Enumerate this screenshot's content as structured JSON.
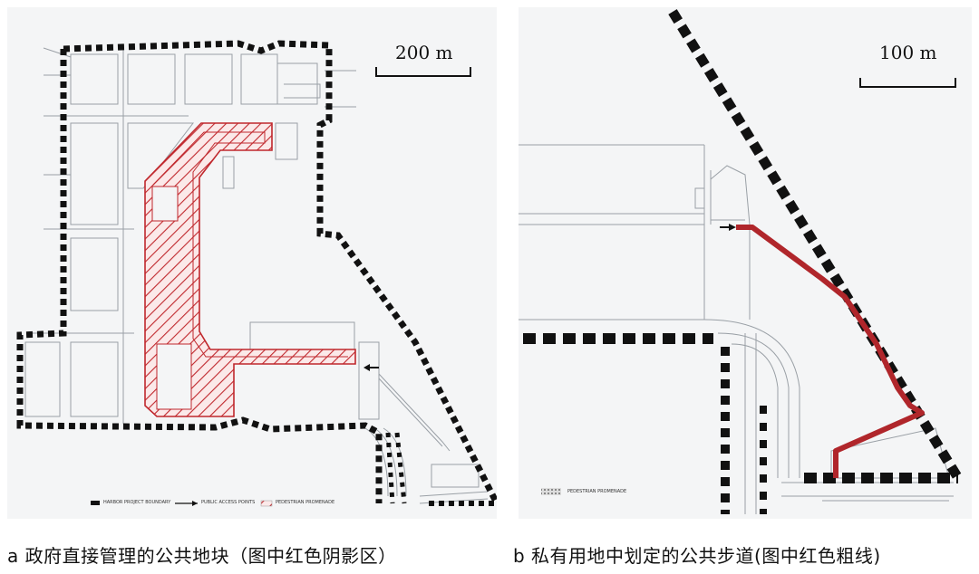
{
  "panel_a": {
    "scale_label": "200 m",
    "legend": [
      "HARBOR PROJECT BOUNDARY",
      "PUBLIC ACCESS POINTS",
      "PEDESTRIAN PROMENADE"
    ],
    "caption": "a  政府直接管理的公共地块（图中红色阴影区）"
  },
  "panel_b": {
    "scale_label": "100 m",
    "legend": "PEDESTRIAN PROMENADE",
    "caption": "b  私有用地中划定的公共步道(图中红色粗线)"
  },
  "colors": {
    "highlight": "#c0282d",
    "boundary": "#111111",
    "lines": "#9aa0a6",
    "background": "#f4f5f6"
  }
}
